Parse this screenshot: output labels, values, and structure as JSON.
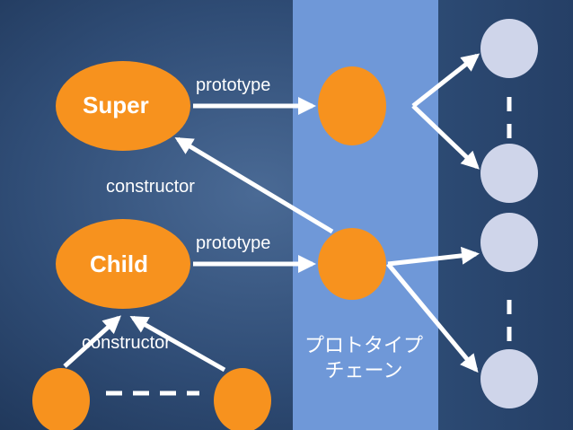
{
  "nodes": {
    "super": "Super",
    "child": "Child"
  },
  "edges": {
    "super_prototype": "prototype",
    "super_constructor": "constructor",
    "child_prototype": "prototype",
    "child_constructor": "constructor"
  },
  "band": {
    "line1": "プロトタイプ",
    "line2": "チェーン"
  },
  "colors": {
    "background": "#2f4c75",
    "band": "#6f98d8",
    "orange_node": "#f7921e",
    "grey_node": "#cfd5ea",
    "arrow": "#ffffff"
  }
}
